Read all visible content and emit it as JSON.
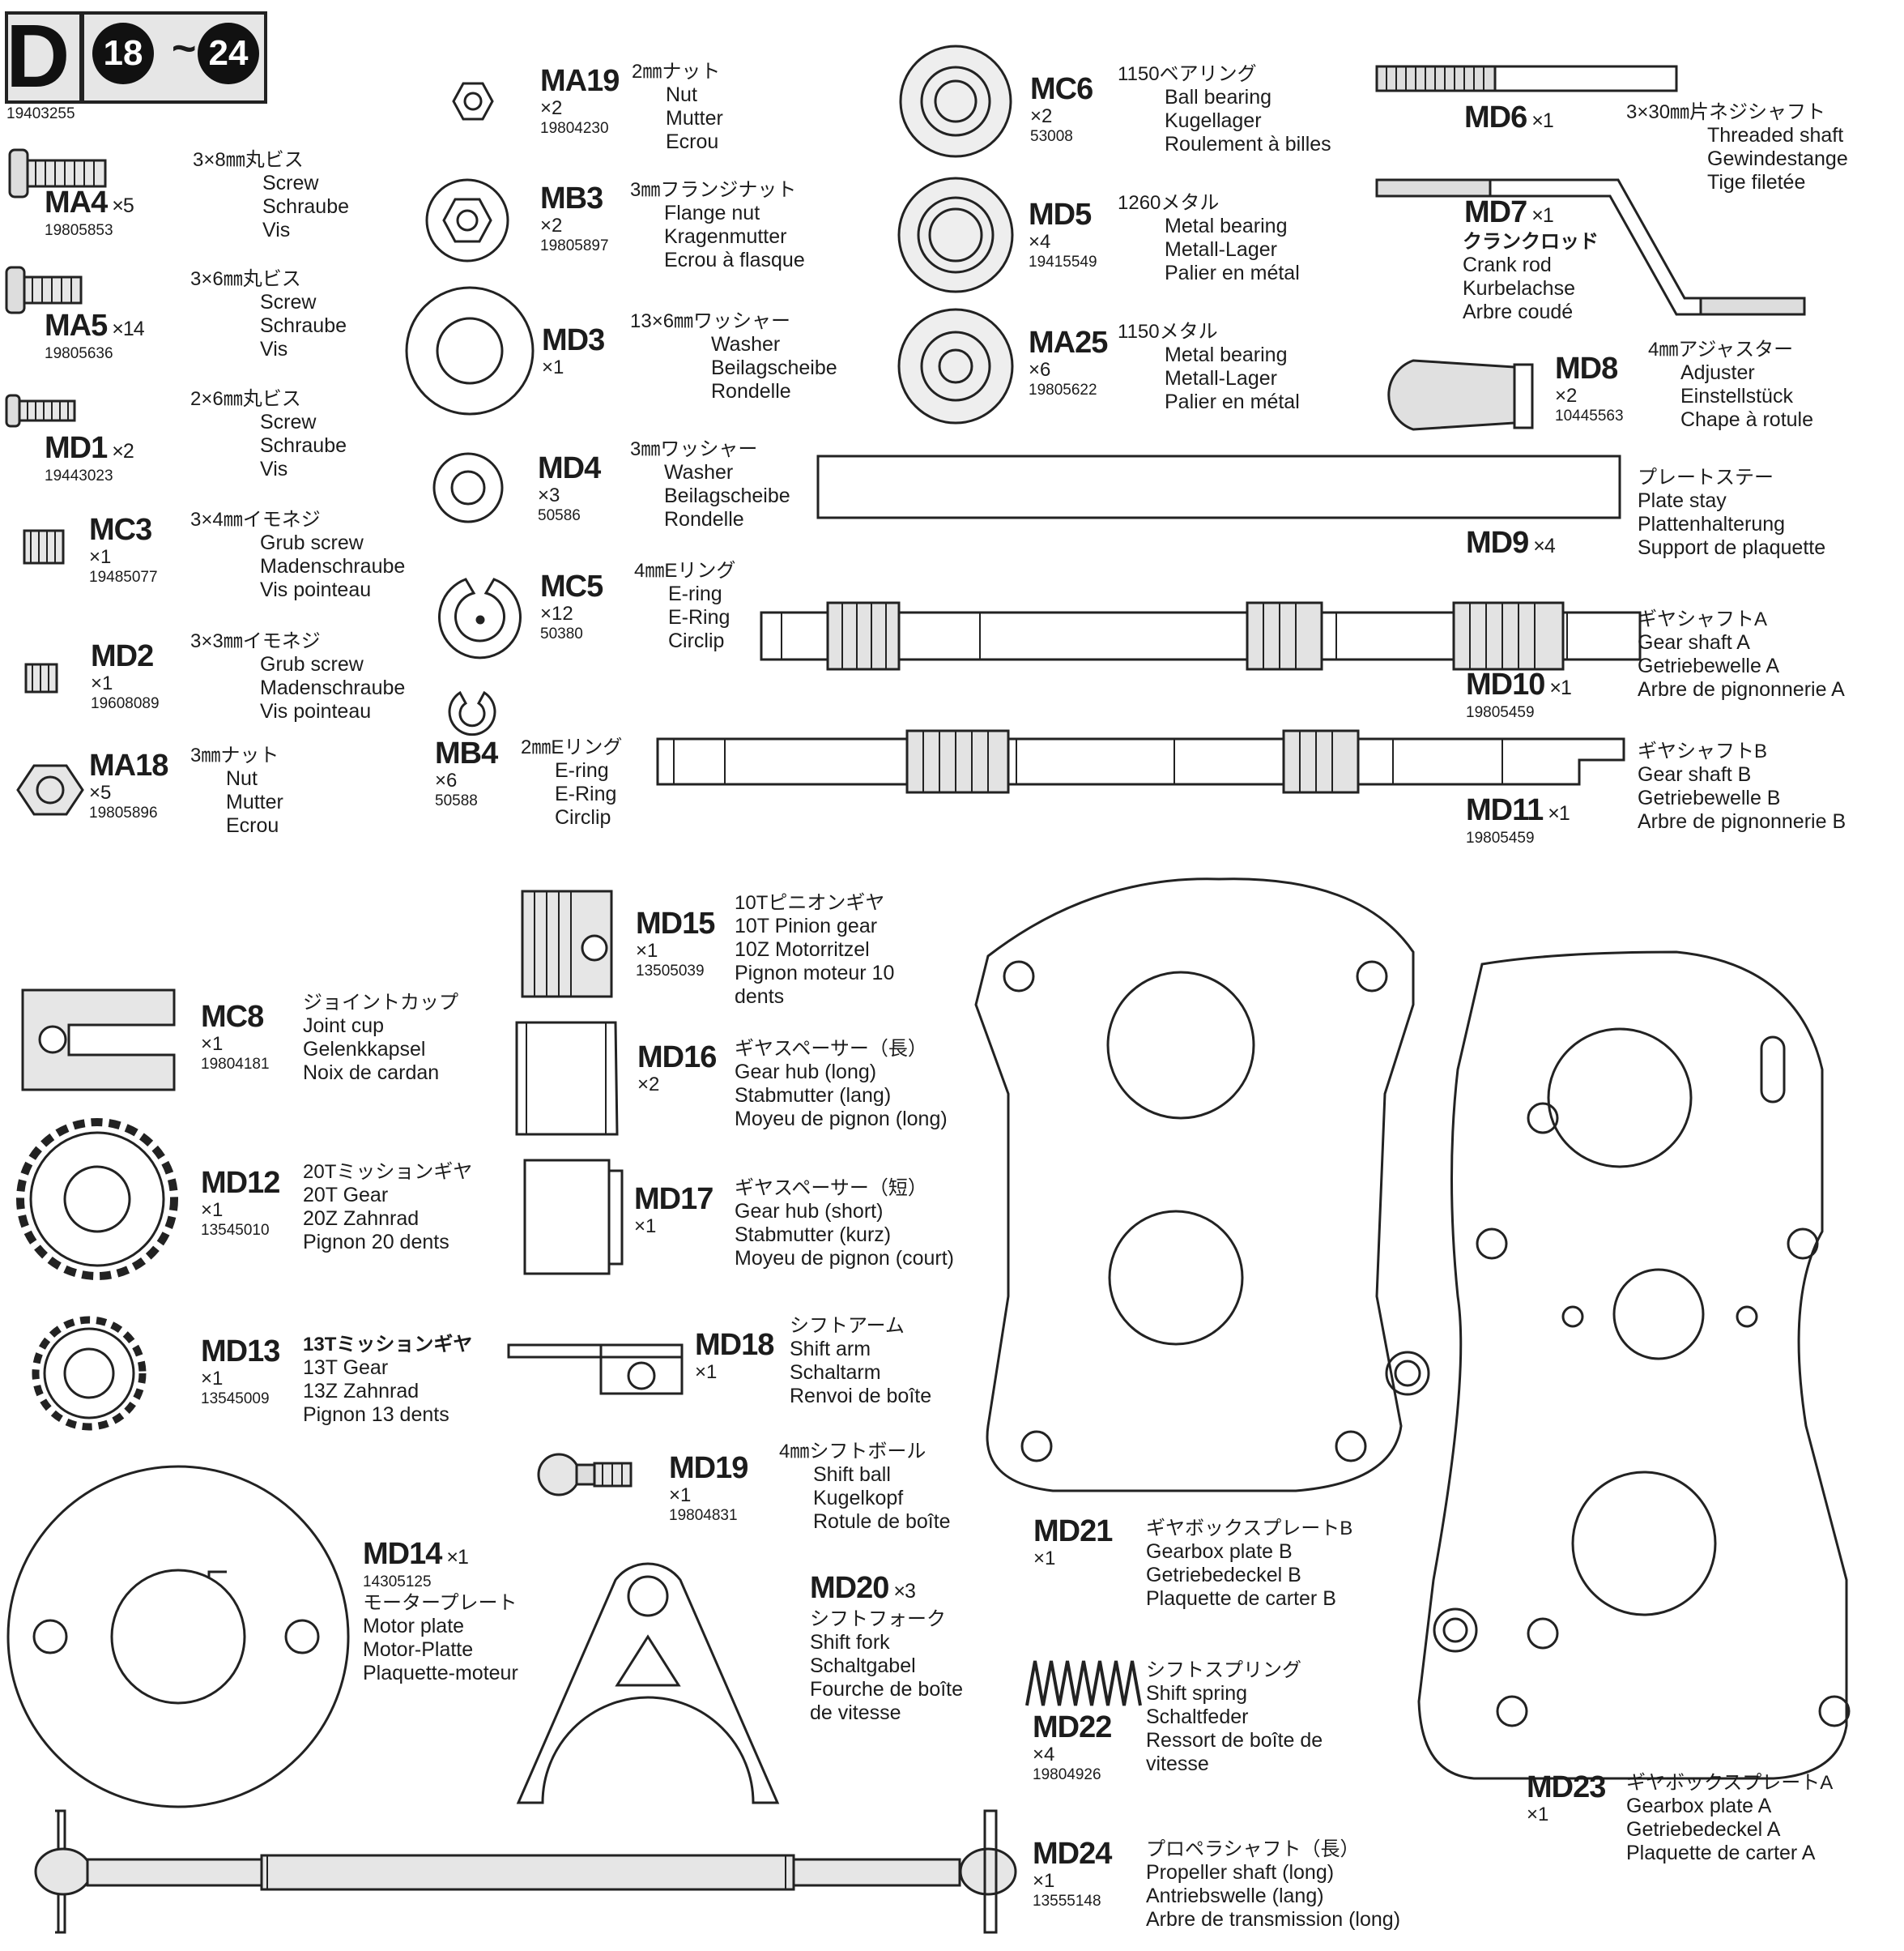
{
  "header": {
    "letter": "D",
    "step_from": "18",
    "step_sep": "~",
    "step_to": "24",
    "code": "19403255"
  },
  "parts": {
    "MA4": {
      "code": "MA4",
      "qty": "×5",
      "num": "19805853",
      "jp": "3×8㎜丸ビス",
      "lines": [
        "Screw",
        "Schraube",
        "Vis"
      ]
    },
    "MA5": {
      "code": "MA5",
      "qty": "×14",
      "num": "19805636",
      "jp": "3×6㎜丸ビス",
      "lines": [
        "Screw",
        "Schraube",
        "Vis"
      ]
    },
    "MD1": {
      "code": "MD1",
      "qty": "×2",
      "num": "19443023",
      "jp": "2×6㎜丸ビス",
      "lines": [
        "Screw",
        "Schraube",
        "Vis"
      ]
    },
    "MC3": {
      "code": "MC3",
      "qty": "×1",
      "num": "19485077",
      "jp": "3×4㎜イモネジ",
      "lines": [
        "Grub screw",
        "Madenschraube",
        "Vis pointeau"
      ]
    },
    "MD2": {
      "code": "MD2",
      "qty": "×1",
      "num": "19608089",
      "jp": "3×3㎜イモネジ",
      "lines": [
        "Grub screw",
        "Madenschraube",
        "Vis pointeau"
      ]
    },
    "MA18": {
      "code": "MA18",
      "qty": "×5",
      "num": "19805896",
      "jp": "3㎜ナット",
      "lines": [
        "Nut",
        "Mutter",
        "Ecrou"
      ]
    },
    "MA19": {
      "code": "MA19",
      "qty": "×2",
      "num": "19804230",
      "jp": "2㎜ナット",
      "lines": [
        "Nut",
        "Mutter",
        "Ecrou"
      ]
    },
    "MB3": {
      "code": "MB3",
      "qty": "×2",
      "num": "19805897",
      "jp": "3㎜フランジナット",
      "lines": [
        "Flange nut",
        "Kragenmutter",
        "Ecrou à flasque"
      ]
    },
    "MD3": {
      "code": "MD3",
      "qty": "×1",
      "num": "",
      "jp": "13×6㎜ワッシャー",
      "lines": [
        "Washer",
        "Beilagscheibe",
        "Rondelle"
      ]
    },
    "MD4": {
      "code": "MD4",
      "qty": "×3",
      "num": "50586",
      "jp": "3㎜ワッシャー",
      "lines": [
        "Washer",
        "Beilagscheibe",
        "Rondelle"
      ]
    },
    "MC5": {
      "code": "MC5",
      "qty": "×12",
      "num": "50380",
      "jp": "4㎜Eリング",
      "lines": [
        "E-ring",
        "E-Ring",
        "Circlip"
      ]
    },
    "MB4": {
      "code": "MB4",
      "qty": "×6",
      "num": "50588",
      "jp": "2㎜Eリング",
      "lines": [
        "E-ring",
        "E-Ring",
        "Circlip"
      ]
    },
    "MC6": {
      "code": "MC6",
      "qty": "×2",
      "num": "53008",
      "jp": "1150ベアリング",
      "lines": [
        "Ball bearing",
        "Kugellager",
        "Roulement à billes"
      ]
    },
    "MD5": {
      "code": "MD5",
      "qty": "×4",
      "num": "19415549",
      "jp": "1260メタル",
      "lines": [
        "Metal bearing",
        "Metall-Lager",
        "Palier en métal"
      ]
    },
    "MA25": {
      "code": "MA25",
      "qty": "×6",
      "num": "19805622",
      "jp": "1150メタル",
      "lines": [
        "Metal bearing",
        "Metall-Lager",
        "Palier en métal"
      ]
    },
    "MD6": {
      "code": "MD6",
      "qty": "×1",
      "num": "",
      "jp": "3×30㎜片ネジシャフト",
      "lines": [
        "Threaded shaft",
        "Gewindestange",
        "Tige filetée"
      ]
    },
    "MD7": {
      "code": "MD7",
      "qty": "×1",
      "num": "",
      "jp": "クランクロッド",
      "lines": [
        "Crank rod",
        "Kurbelachse",
        "Arbre coudé"
      ]
    },
    "MD8": {
      "code": "MD8",
      "qty": "×2",
      "num": "10445563",
      "jp": "4㎜アジャスター",
      "lines": [
        "Adjuster",
        "Einstellstück",
        "Chape à rotule"
      ]
    },
    "MD9": {
      "code": "MD9",
      "qty": "×4",
      "num": "",
      "jp": "プレートステー",
      "lines": [
        "Plate stay",
        "Plattenhalterung",
        "Support de plaquette"
      ]
    },
    "MD10": {
      "code": "MD10",
      "qty": "×1",
      "num": "19805459",
      "jp": "ギヤシャフトA",
      "lines": [
        "Gear shaft A",
        "Getriebewelle A",
        "Arbre de pignonnerie A"
      ]
    },
    "MD11": {
      "code": "MD11",
      "qty": "×1",
      "num": "19805459",
      "jp": "ギヤシャフトB",
      "lines": [
        "Gear shaft B",
        "Getriebewelle B",
        "Arbre de pignonnerie B"
      ]
    },
    "MD15": {
      "code": "MD15",
      "qty": "×1",
      "num": "13505039",
      "jp": "10Tピニオンギヤ",
      "lines": [
        "10T Pinion gear",
        "10Z Motorritzel",
        "Pignon moteur 10",
        "dents"
      ]
    },
    "MC8": {
      "code": "MC8",
      "qty": "×1",
      "num": "19804181",
      "jp": "ジョイントカップ",
      "lines": [
        "Joint cup",
        "Gelenkkapsel",
        "Noix de cardan"
      ]
    },
    "MD16": {
      "code": "MD16",
      "qty": "×2",
      "num": "",
      "jp": "ギヤスペーサー（長）",
      "lines": [
        "Gear hub (long)",
        "Stabmutter (lang)",
        "Moyeu de pignon (long)"
      ]
    },
    "MD12": {
      "code": "MD12",
      "qty": "×1",
      "num": "13545010",
      "jp": "20Tミッションギヤ",
      "lines": [
        "20T Gear",
        "20Z Zahnrad",
        "Pignon 20 dents"
      ]
    },
    "MD17": {
      "code": "MD17",
      "qty": "×1",
      "num": "",
      "jp": "ギヤスペーサー（短）",
      "lines": [
        "Gear hub (short)",
        "Stabmutter (kurz)",
        "Moyeu de pignon (court)"
      ]
    },
    "MD13": {
      "code": "MD13",
      "qty": "×1",
      "num": "13545009",
      "jp": "13Tミッションギヤ",
      "lines": [
        "13T Gear",
        "13Z Zahnrad",
        "Pignon 13 dents"
      ]
    },
    "MD18": {
      "code": "MD18",
      "qty": "×1",
      "num": "",
      "jp": "シフトアーム",
      "lines": [
        "Shift arm",
        "Schaltarm",
        "Renvoi de boîte"
      ]
    },
    "MD19": {
      "code": "MD19",
      "qty": "×1",
      "num": "19804831",
      "jp": "4㎜シフトボール",
      "lines": [
        "Shift ball",
        "Kugelkopf",
        "Rotule de boîte"
      ]
    },
    "MD14": {
      "code": "MD14",
      "qty": "×1",
      "num": "14305125",
      "jp": "モータープレート",
      "lines": [
        "Motor plate",
        "Motor-Platte",
        "Plaquette-moteur"
      ]
    },
    "MD20": {
      "code": "MD20",
      "qty": "×3",
      "num": "",
      "jp": "シフトフォーク",
      "lines": [
        "Shift fork",
        "Schaltgabel",
        "Fourche de boîte",
        "de vitesse"
      ]
    },
    "MD21": {
      "code": "MD21",
      "qty": "×1",
      "num": "",
      "jp": "ギヤボックスプレートB",
      "lines": [
        "Gearbox plate B",
        "Getriebedeckel B",
        "Plaquette de carter B"
      ]
    },
    "MD22": {
      "code": "MD22",
      "qty": "×4",
      "num": "19804926",
      "jp": "シフトスプリング",
      "lines": [
        "Shift spring",
        "Schaltfeder",
        "Ressort de boîte de",
        "vitesse"
      ]
    },
    "MD23": {
      "code": "MD23",
      "qty": "×1",
      "num": "",
      "jp": "ギヤボックスプレートA",
      "lines": [
        "Gearbox plate A",
        "Getriebedeckel A",
        "Plaquette de carter A"
      ]
    },
    "MD24": {
      "code": "MD24",
      "qty": "×1",
      "num": "13555148",
      "jp": "プロペラシャフト（長）",
      "lines": [
        "Propeller shaft (long)",
        "Antriebswelle (lang)",
        "Arbre de transmission (long)"
      ]
    }
  }
}
